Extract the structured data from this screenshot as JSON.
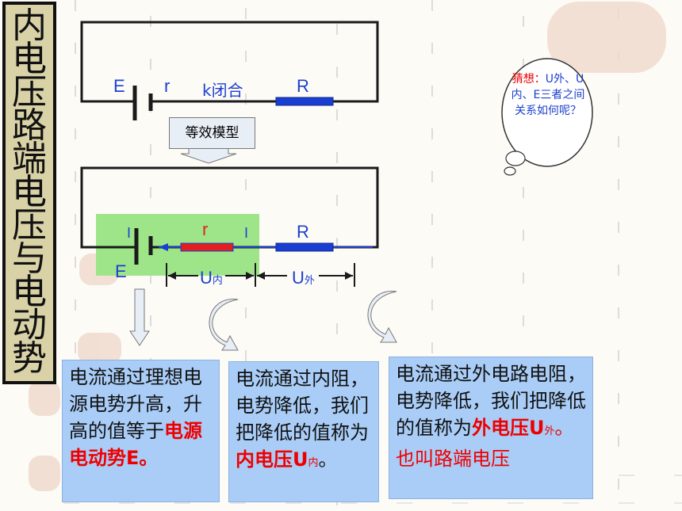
{
  "vertical_title": "内电压路端电压与电动势",
  "circuit1": {
    "label_e": "E",
    "label_r": "r",
    "label_k": "k闭合",
    "label_R": "R"
  },
  "equivalent_label": "等效模型",
  "circuit2": {
    "label_i_left": "I",
    "label_r": "r",
    "label_i_right": "I",
    "label_R": "R",
    "label_e": "E",
    "u_in_main": "U",
    "u_in_sub": "内",
    "u_out_main": "U",
    "u_out_sub": "外"
  },
  "thought": {
    "prefix": "猜想：",
    "body": "U外、U内、E三者之间关系如何呢？"
  },
  "box1": {
    "text": "电流通过理想电源电势升高，升高的值等于",
    "highlight": "电源电动势E。"
  },
  "box2": {
    "text": "电流通过内阻，电势降低，我们把降低的值称为",
    "highlight": "内电压U",
    "highlight_sub": "内",
    "tail": "。"
  },
  "box3": {
    "text": "电流通过外电路电阻，电势降低，我们把降低的值称为",
    "highlight": "外电压U",
    "highlight_sub": "外",
    "highlight_tail": "。也叫路端电压"
  },
  "colors": {
    "wire": "#1a1a1a",
    "resistor_blue": "#1a3fd0",
    "resistor_red": "#e02020",
    "green_patch": "#9ee58a",
    "box_bg": "#a9cdf7",
    "highlight_red": "#e00000"
  }
}
